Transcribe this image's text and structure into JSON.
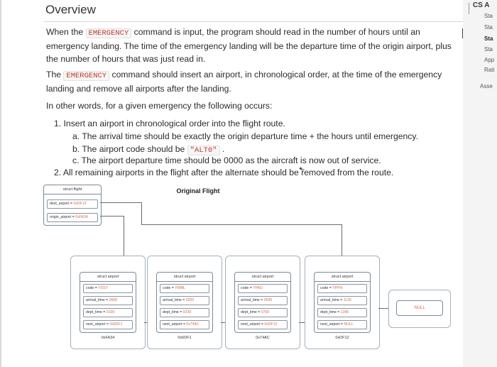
{
  "content": {
    "title": "Overview",
    "p1_before": "When the ",
    "p1_code": "EMERGENCY",
    "p1_after": " command is input, the program should read in the number of hours until an emergency landing. The time of the emergency landing will be the departure time of the origin airport, plus the number of hours that was just read in.",
    "p2_before": "The ",
    "p2_code": "EMERGENCY",
    "p2_after": " command should insert an airport, in chronological order, at the time of the emergency landing and remove all airports after the landing.",
    "p3": "In other words, for a given emergency the following occurs:",
    "li1": "1.  Insert an airport in chronological order into the flight route.",
    "li1a": "a.  The arrival time should be exactly the origin departure time + the hours until emergency.",
    "li1b_before": "b.  The airport code should be ",
    "li1b_code": "\"ALT0\"",
    "li1b_after": " .",
    "li1c": "c.  The airport departure time should be 0000 as the aircraft is now out of service.",
    "li2": "2.  All remaining airports in the flight after the alternate should be removed from the route."
  },
  "diagram": {
    "title": "Original Flight",
    "flight": {
      "header": "struct flight",
      "dest_label": "dest_airport = ",
      "dest_value": "0xDF12",
      "origin_label": "origin_airport = ",
      "origin_value": "0xFA34"
    },
    "airports": [
      {
        "header": "struct airport",
        "code_label": "code = ",
        "code_value": "YSSY",
        "arr_label": "arrival_time = ",
        "arr_value": "0000",
        "dep_label": "dept_time = ",
        "dep_value": "0100",
        "next_label": "next_airport = ",
        "next_value": "0x6DF1",
        "addr": "0xFA34"
      },
      {
        "header": "struct airport",
        "code_label": "code = ",
        "code_value": "YMML",
        "arr_label": "arrival_time = ",
        "arr_value": "0200",
        "dep_label": "dept_time = ",
        "dep_value": "0230",
        "next_label": "next_airport = ",
        "next_value": "0x74AC",
        "addr": "0x6DF1"
      },
      {
        "header": "struct airport",
        "code_label": "code = ",
        "code_value": "YPAD",
        "arr_label": "arrival_time = ",
        "arr_value": "0545",
        "dep_label": "dept_time = ",
        "dep_value": "0700",
        "next_label": "next_airport = ",
        "next_value": "0xDF12",
        "addr": "0x74AC"
      },
      {
        "header": "struct airport",
        "code_label": "code = ",
        "code_value": "YPPH",
        "arr_label": "arrival_time = ",
        "arr_value": "1135",
        "dep_label": "dept_time = ",
        "dep_value": "1340",
        "next_label": "next_airport = ",
        "next_value": "NULL",
        "addr": "0xDF12"
      }
    ],
    "null_label": "NULL"
  },
  "sidebar": {
    "title": "CS A",
    "items": [
      "Sta",
      "Sta",
      "Sta",
      "Sta",
      "App",
      "Rati",
      "Asse"
    ]
  }
}
